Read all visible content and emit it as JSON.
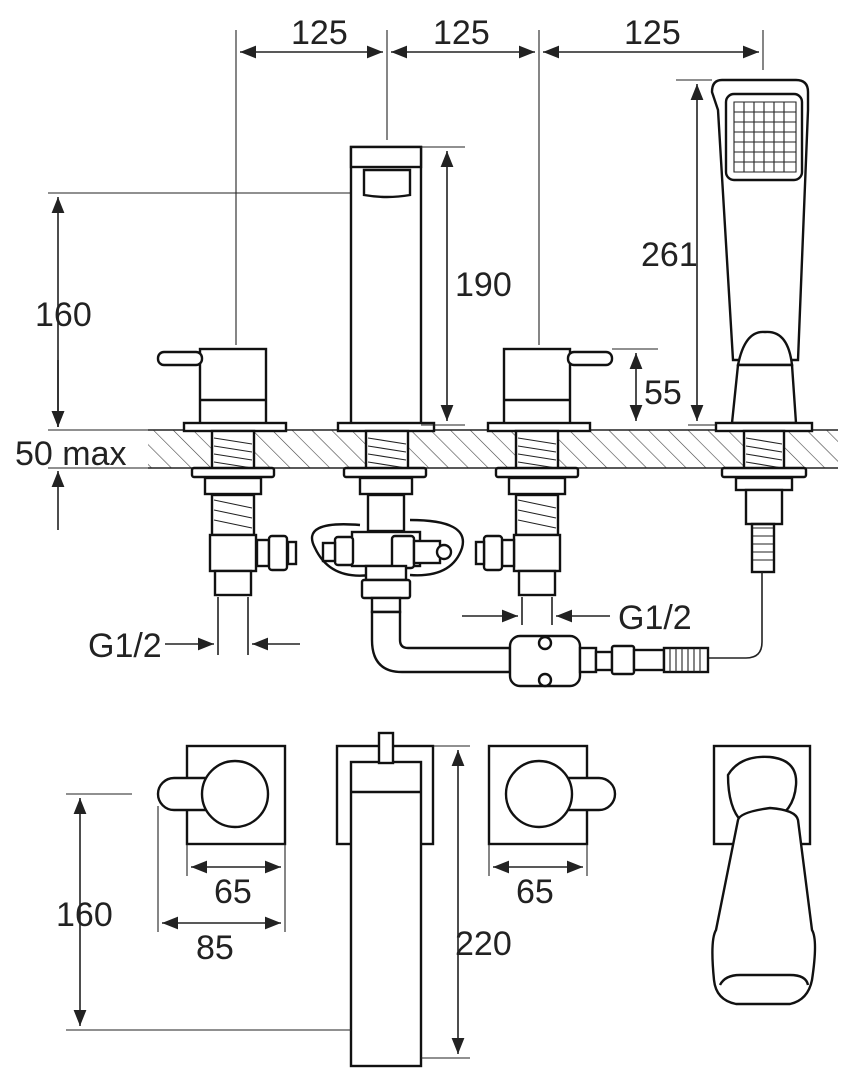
{
  "labels": {
    "top_dim_1": "125",
    "top_dim_2": "125",
    "top_dim_3": "125",
    "spout_height": "190",
    "handle_height": "160",
    "handshower_height": "261",
    "lever_height": "55",
    "deck_thickness": "50 max",
    "thread_left": "G1/2",
    "thread_right": "G1/2",
    "plan_depth": "160",
    "plate_width_left": "65",
    "plate_span_left": "85",
    "plate_width_right": "65",
    "spout_reach": "220"
  },
  "colors": {
    "line": "#222222",
    "background": "#ffffff"
  }
}
